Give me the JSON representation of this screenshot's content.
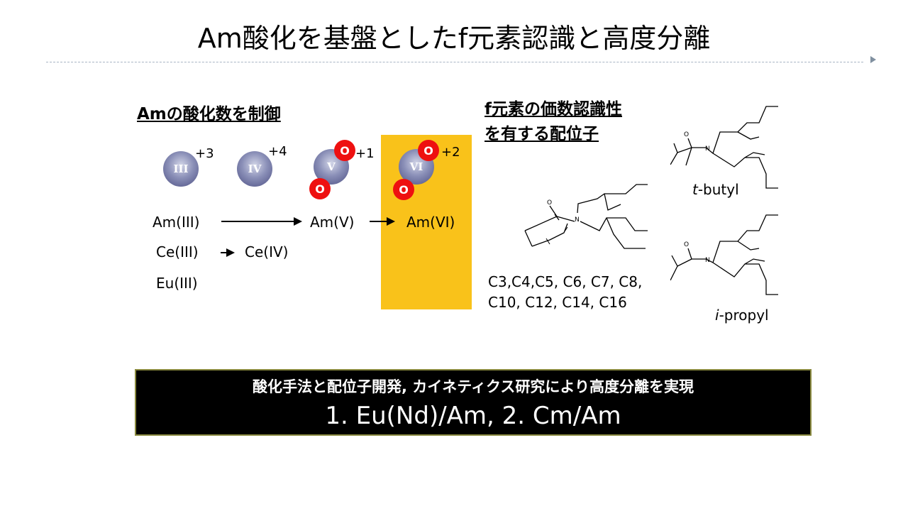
{
  "title": "Am酸化を基盤としたf元素認識と高度分離",
  "left_heading": "Amの酸化数を制御",
  "right_heading": [
    "f元素の価数認識性",
    "を有する配位子"
  ],
  "ions": [
    {
      "numeral": "III",
      "charge": "+3",
      "oxygens": []
    },
    {
      "numeral": "IV",
      "charge": "+4",
      "oxygens": []
    },
    {
      "numeral": "V",
      "charge": "+1",
      "oxygens": [
        "O",
        "O"
      ]
    },
    {
      "numeral": "VI",
      "charge": "+2",
      "oxygens": [
        "O",
        "O"
      ]
    }
  ],
  "reactions": {
    "am_start": "Am(III)",
    "am_mid": "Am(V)",
    "am_end": "Am(VI)",
    "ce_start": "Ce(III)",
    "ce_end": "Ce(IV)",
    "eu": "Eu(III)"
  },
  "ligand_chain_list": [
    "C3,C4,C5, C6, C7, C8,",
    "C10, C12, C14, C16"
  ],
  "molecule_labels": {
    "tbutyl_prefix": "t",
    "tbutyl_suffix": "-butyl",
    "ipropyl_prefix": "i",
    "ipropyl_suffix": "-propyl",
    "oxygen": "O",
    "nitrogen": "N"
  },
  "bottom": {
    "line1": "酸化手法と配位子開発, カイネティクス研究により高度分離を実現",
    "line2": "1. Eu(Nd)/Am,  2. Cm/Am"
  },
  "colors": {
    "highlight": "#f9c21a",
    "oxygen": "#ee1010",
    "ion": "#6a6e9e",
    "box_background": "#000000",
    "box_border": "#8a8a40"
  }
}
